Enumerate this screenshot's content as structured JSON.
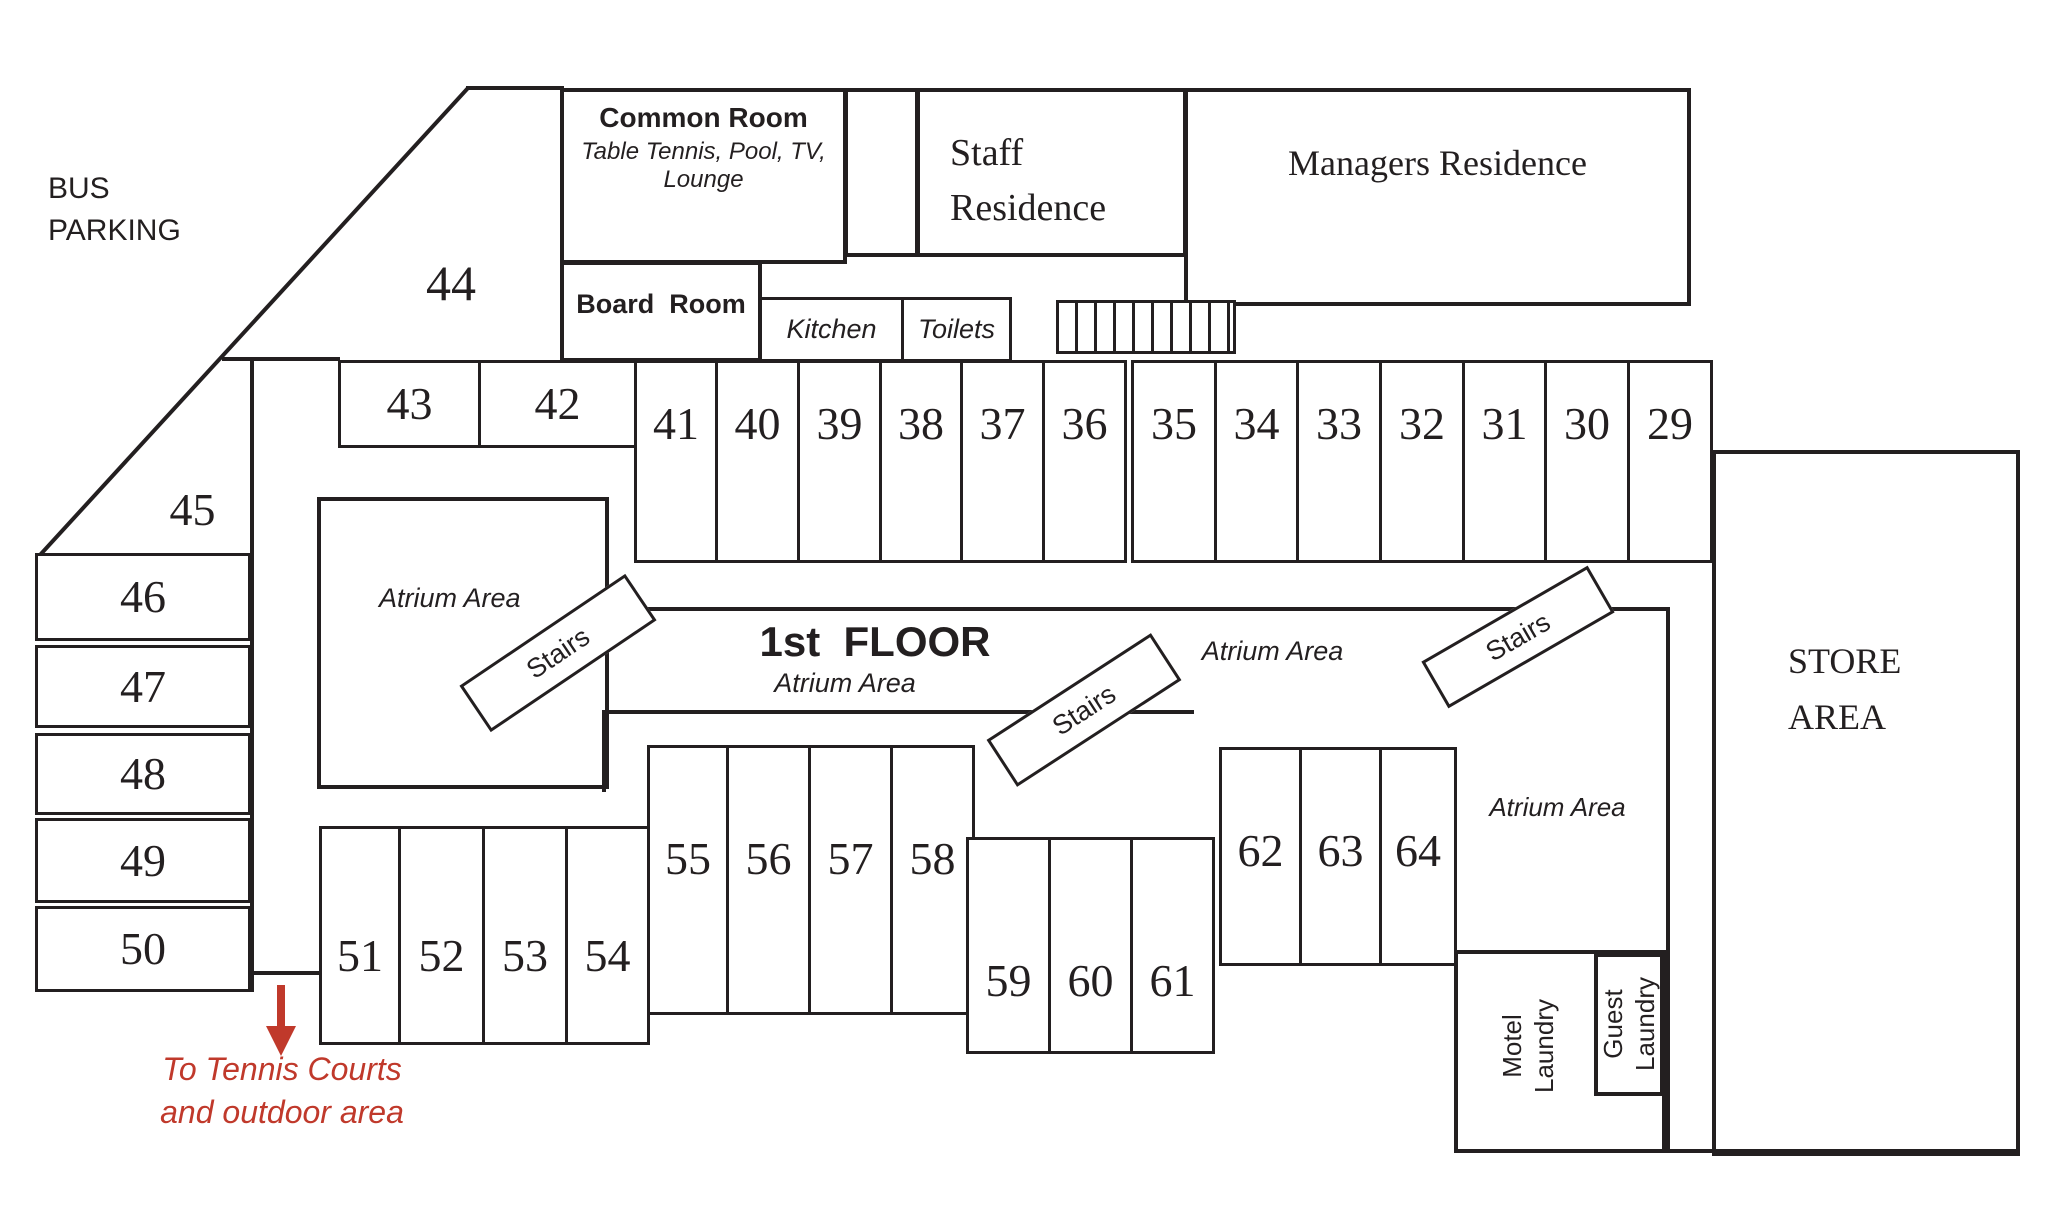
{
  "palette": {
    "line_color": "#231f20",
    "accent_red": "#c0392b"
  },
  "header": {
    "floor_label": "1st  FLOOR"
  },
  "outside": {
    "bus_parking": [
      "BUS",
      "PARKING"
    ],
    "to_tennis": [
      "To Tennis Courts",
      "and outdoor area"
    ]
  },
  "areas": {
    "common_room_title": "Common Room",
    "common_room_sub1": "Table Tennis, Pool, TV,",
    "common_room_sub2": "Lounge",
    "board_room": "Board  Room",
    "kitchen": "Kitchen",
    "toilets": "Toilets",
    "staff_residence": [
      "Staff",
      "Residence"
    ],
    "managers_residence": "Managers Residence",
    "store_area": [
      "STORE",
      "AREA"
    ],
    "motel_laundry": [
      "Motel",
      "Laundry"
    ],
    "guest_laundry": [
      "Guest",
      "Laundry"
    ],
    "atrium_area": "Atrium Area",
    "stairs": "Stairs"
  },
  "rooms": {
    "29": "29",
    "30": "30",
    "31": "31",
    "32": "32",
    "33": "33",
    "34": "34",
    "35": "35",
    "36": "36",
    "37": "37",
    "38": "38",
    "39": "39",
    "40": "40",
    "41": "41",
    "42": "42",
    "43": "43",
    "44": "44",
    "45": "45",
    "46": "46",
    "47": "47",
    "48": "48",
    "49": "49",
    "50": "50",
    "51": "51",
    "52": "52",
    "53": "53",
    "54": "54",
    "55": "55",
    "56": "56",
    "57": "57",
    "58": "58",
    "59": "59",
    "60": "60",
    "61": "61",
    "62": "62",
    "63": "63",
    "64": "64"
  }
}
